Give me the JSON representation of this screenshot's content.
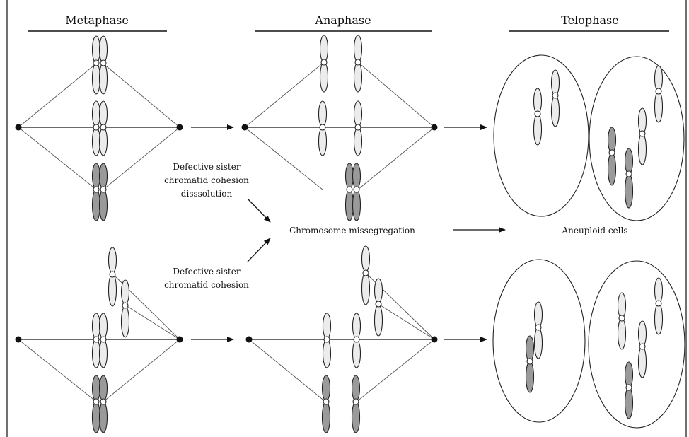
{
  "stages": {
    "metaphase": "Metaphase",
    "anaphase": "Anaphase",
    "telophase": "Telophase"
  },
  "labels": {
    "defective_dissolution": [
      "Defective sister",
      "chromatid cohesion",
      "disssolution"
    ],
    "defective_cohesion": [
      "Defective sister",
      "chromatid cohesion"
    ],
    "missegregation": "Chromosome missegregation",
    "aneuploid": "Aneuploid cells"
  },
  "colors": {
    "light_chromosome": "#ececec",
    "dark_chromosome": "#9a9a9a",
    "line": "#111111"
  }
}
